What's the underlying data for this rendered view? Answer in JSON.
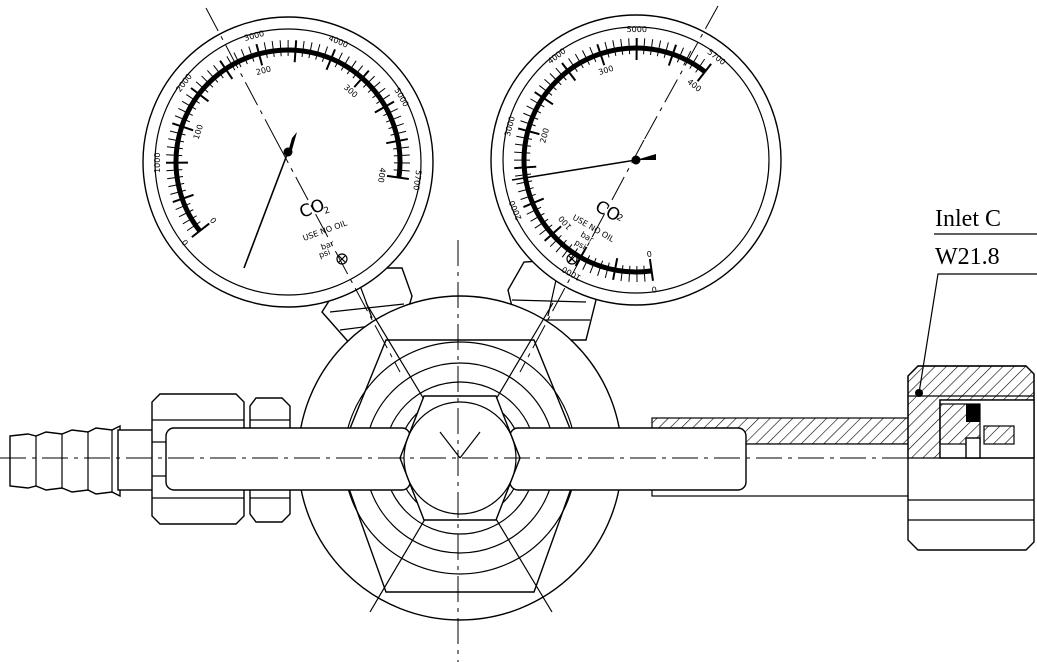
{
  "gauges": [
    {
      "id": "left",
      "bar_labels": [
        "0",
        "100",
        "200",
        "300",
        "400"
      ],
      "psi_labels": [
        "0",
        "1000",
        "2000",
        "3000",
        "4000",
        "5000",
        "5700"
      ],
      "gas": "CO",
      "gas_sub": "2",
      "warning": "USE NO OIL",
      "unit_bar": "bar",
      "unit_psi": "psi"
    },
    {
      "id": "right",
      "bar_labels": [
        "0",
        "100",
        "200",
        "300",
        "400"
      ],
      "psi_labels": [
        "0",
        "1000",
        "2000",
        "3000",
        "4000",
        "5000",
        "5700"
      ],
      "gas": "CO",
      "gas_sub": "2",
      "warning": "USE NO OIL",
      "unit_bar": "bar",
      "unit_psi": "psi"
    }
  ],
  "callout": {
    "line1": "Inlet C",
    "line2": "W21.8"
  }
}
